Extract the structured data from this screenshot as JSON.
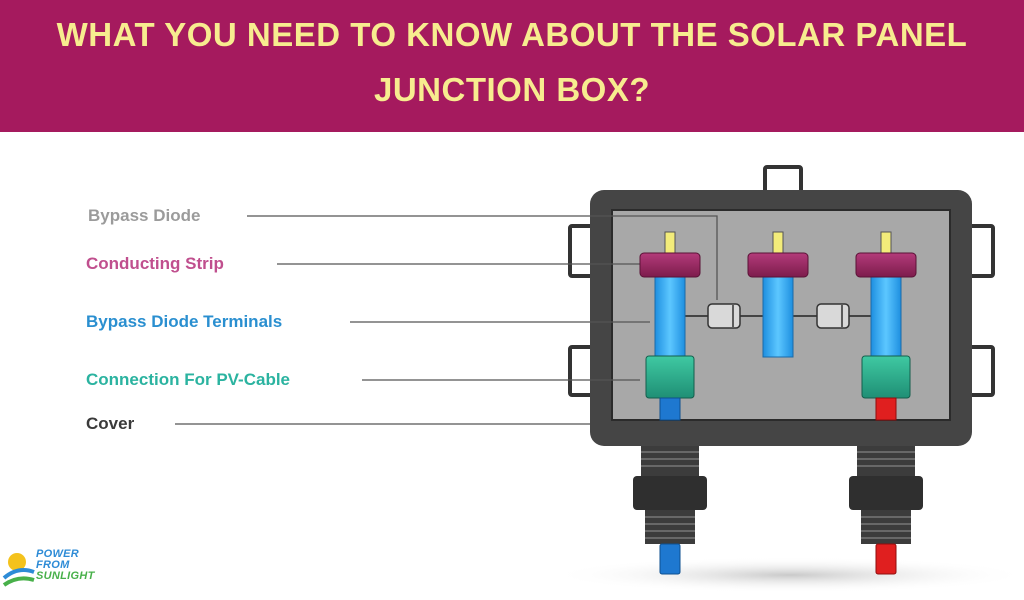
{
  "header": {
    "title_line1": "WHAT YOU NEED TO KNOW ABOUT THE SOLAR PANEL",
    "title_line2": "JUNCTION BOX?"
  },
  "labels": {
    "bypass_diode": "Bypass Diode",
    "conducting_strip": "Conducting Strip",
    "bypass_diode_terminals": "Bypass Diode Terminals",
    "connection_pv_cable": "Connection For PV-Cable",
    "cover": "Cover"
  },
  "logo": {
    "line1": "POWER",
    "line2": "FROM",
    "line3": "SUNLIGHT"
  },
  "colors": {
    "banner": "#a51a5e",
    "title": "#f7ec8f",
    "bypass_diode": "#9b9b9b",
    "conducting_strip": "#c04f8e",
    "bypass_diode_terminals": "#2a8fd0",
    "connection_pv_cable": "#2bb3a0",
    "cover": "#3a3a3a"
  }
}
